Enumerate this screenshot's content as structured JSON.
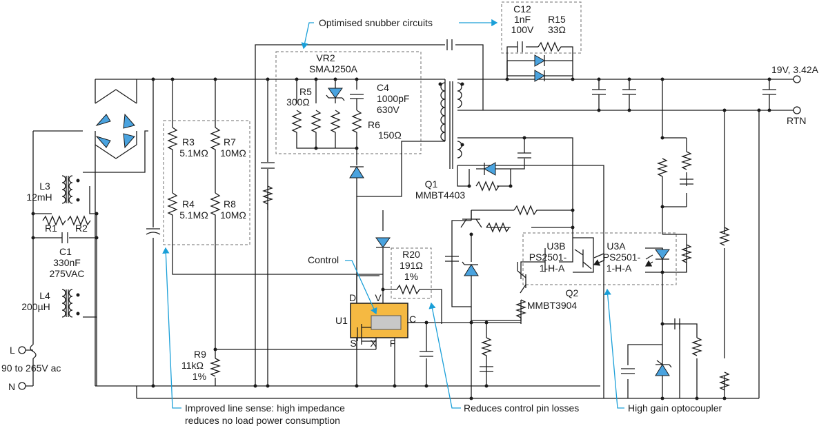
{
  "labels": {
    "optimised_snubber": "Optimised snubber circuits",
    "improved_line_sense_1": "Improved line sense: high impedance",
    "improved_line_sense_2": "reduces no load power consumption",
    "reduces_control_pin": "Reduces control pin losses",
    "high_gain_opto": "High gain optocoupler",
    "control": "Control"
  },
  "terminals": {
    "out_pos": "19V, 3.42A",
    "out_rtn": "RTN",
    "line": "L",
    "neutral": "N",
    "input_range": "90 to 265V ac"
  },
  "components": {
    "c12": [
      "C12",
      "1nF",
      "100V"
    ],
    "r15": [
      "R15",
      "33Ω"
    ],
    "vr2": [
      "VR2",
      "SMAJ250A"
    ],
    "r5": [
      "R5",
      "300Ω"
    ],
    "c4": [
      "C4",
      "1000pF",
      "630V"
    ],
    "r6": [
      "R6",
      "150Ω"
    ],
    "r3": [
      "R3",
      "5.1MΩ"
    ],
    "r7": [
      "R7",
      "10MΩ"
    ],
    "r4": [
      "R4",
      "5.1MΩ"
    ],
    "r8": [
      "R8",
      "10MΩ"
    ],
    "l3": [
      "L3",
      "12mH"
    ],
    "r1": "R1",
    "r2": "R2",
    "c1": [
      "C1",
      "330nF",
      "275VAC"
    ],
    "l4": [
      "L4",
      "200µH"
    ],
    "q1": [
      "Q1",
      "MMBT4403"
    ],
    "r20": [
      "R20",
      "191Ω",
      "1%"
    ],
    "u3b": [
      "U3B",
      "PS2501-",
      "1-H-A"
    ],
    "u3a": [
      "U3A",
      "PS2501-",
      "1-H-A"
    ],
    "q2": [
      "Q2",
      "MMBT3904"
    ],
    "r9": [
      "R9",
      "11kΩ",
      "1%"
    ],
    "u1": {
      "ref": "U1",
      "pins": {
        "d": "D",
        "v": "V",
        "c": "C",
        "s": "S",
        "x": "X",
        "f": "F"
      }
    }
  },
  "colors": {
    "annotation_leader": "#1a9fd8",
    "diode_fill": "#4aa3df",
    "ic_fill": "#f5b942",
    "wire": "#1a1a1a",
    "group_box": "#6d6d6d"
  }
}
